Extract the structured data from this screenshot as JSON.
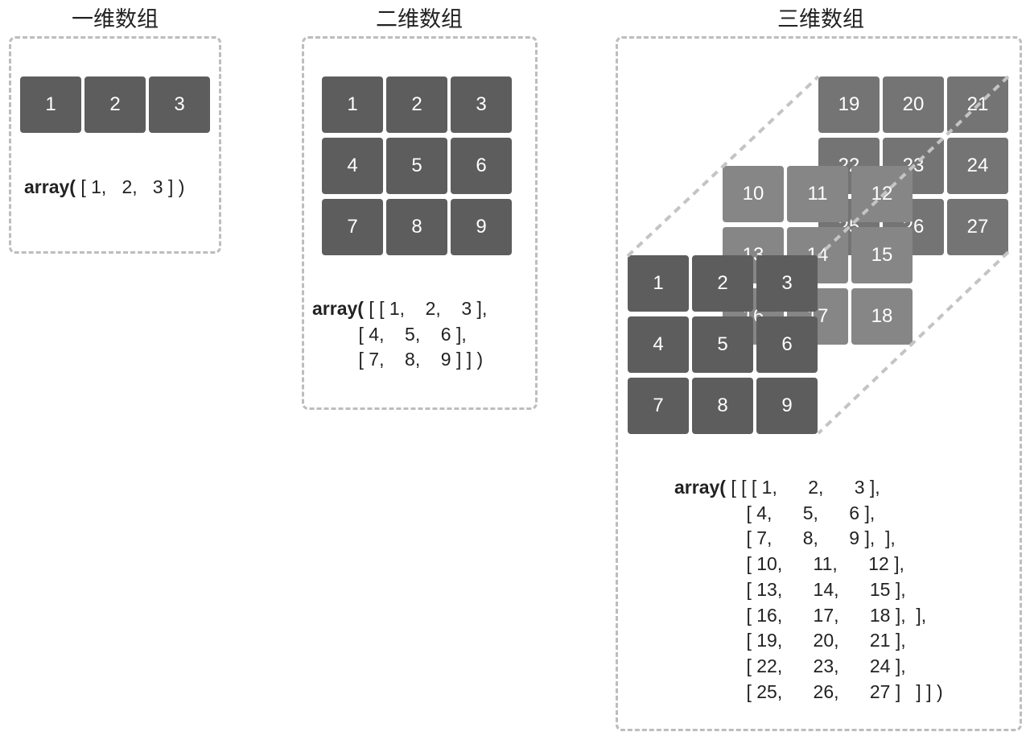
{
  "titles": {
    "d1": "一维数组",
    "d2": "二维数组",
    "d3": "三维数组"
  },
  "array_1d": {
    "cells": [
      "1",
      "2",
      "3"
    ],
    "prefix": "array(",
    "code": [
      " [ 1,   2,   3 ] )"
    ]
  },
  "array_2d": {
    "cells": [
      "1",
      "2",
      "3",
      "4",
      "5",
      "6",
      "7",
      "8",
      "9"
    ],
    "prefix": "array(",
    "code": [
      " [ [ 1,    2,    3 ],",
      "         [ 4,    5,    6 ],",
      "         [ 7,    8,    9 ] ] )"
    ]
  },
  "array_3d": {
    "layers": [
      [
        "1",
        "2",
        "3",
        "4",
        "5",
        "6",
        "7",
        "8",
        "9"
      ],
      [
        "10",
        "11",
        "12",
        "13",
        "14",
        "15",
        "16",
        "17",
        "18"
      ],
      [
        "19",
        "20",
        "21",
        "22",
        "23",
        "24",
        "25",
        "26",
        "27"
      ]
    ],
    "prefix": "array(",
    "code": [
      " [ [ [ 1,      2,      3 ],",
      "              [ 4,      5,      6 ],",
      "              [ 7,      8,      9 ],  ],",
      "              [ 10,      11,      12 ],",
      "              [ 13,      14,      15 ],",
      "              [ 16,      17,      18 ],  ],",
      "              [ 19,      20,      21 ],",
      "              [ 22,      23,      24 ],",
      "              [ 25,      26,      27 ]   ] ] )"
    ]
  }
}
